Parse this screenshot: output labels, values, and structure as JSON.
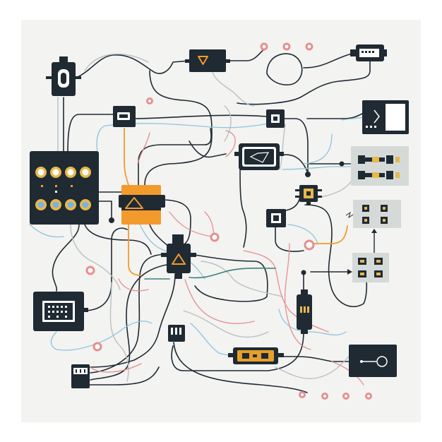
{
  "diagram": {
    "background": "#ffffff",
    "panel_color": "#f3f3f1",
    "component_color": "#1f2a33",
    "palette": {
      "orange": "#f39a2d",
      "amber": "#e7a02a",
      "blue": "#8fc3dd",
      "red": "#e58f8f",
      "teal": "#3e7f7a",
      "grey": "#b9c1c2",
      "gold": "#e8b84a",
      "pale_blue": "#7eb0e4",
      "grey_panel": "#d5dad9"
    },
    "components": [
      {
        "name": "fuse-holder",
        "icon": "fuse-icon"
      },
      {
        "name": "triangle-box-top",
        "icon": "warning-triangle-icon"
      },
      {
        "name": "usb-connector",
        "icon": "usb-icon"
      },
      {
        "name": "small-battery-module",
        "icon": "battery-icon"
      },
      {
        "name": "square-relay-top",
        "icon": "relay-icon"
      },
      {
        "name": "display-module",
        "icon": "display-icon"
      },
      {
        "name": "main-switch-panel",
        "icon": "panel-icon"
      },
      {
        "name": "sensor-box",
        "icon": "sensor-icon"
      },
      {
        "name": "orange-junction-box",
        "icon": "warning-triangle-icon"
      },
      {
        "name": "resistor-board",
        "icon": "resistor-icon"
      },
      {
        "name": "chip-module",
        "icon": "chip-icon"
      },
      {
        "name": "square-relay-mid",
        "icon": "relay-icon"
      },
      {
        "name": "four-chip-board-top",
        "icon": "chip-icon"
      },
      {
        "name": "four-chip-board-bottom",
        "icon": "chip-icon"
      },
      {
        "name": "central-triangle-box",
        "icon": "warning-triangle-icon"
      },
      {
        "name": "monitor-screen",
        "icon": "monitor-icon"
      },
      {
        "name": "vertical-module",
        "icon": "module-icon"
      },
      {
        "name": "small-connector",
        "icon": "connector-icon"
      },
      {
        "name": "bottom-connector",
        "icon": "connector-icon"
      },
      {
        "name": "amber-fuse-strip",
        "icon": "fuse-icon"
      },
      {
        "name": "switch-box",
        "icon": "switch-icon"
      }
    ]
  }
}
